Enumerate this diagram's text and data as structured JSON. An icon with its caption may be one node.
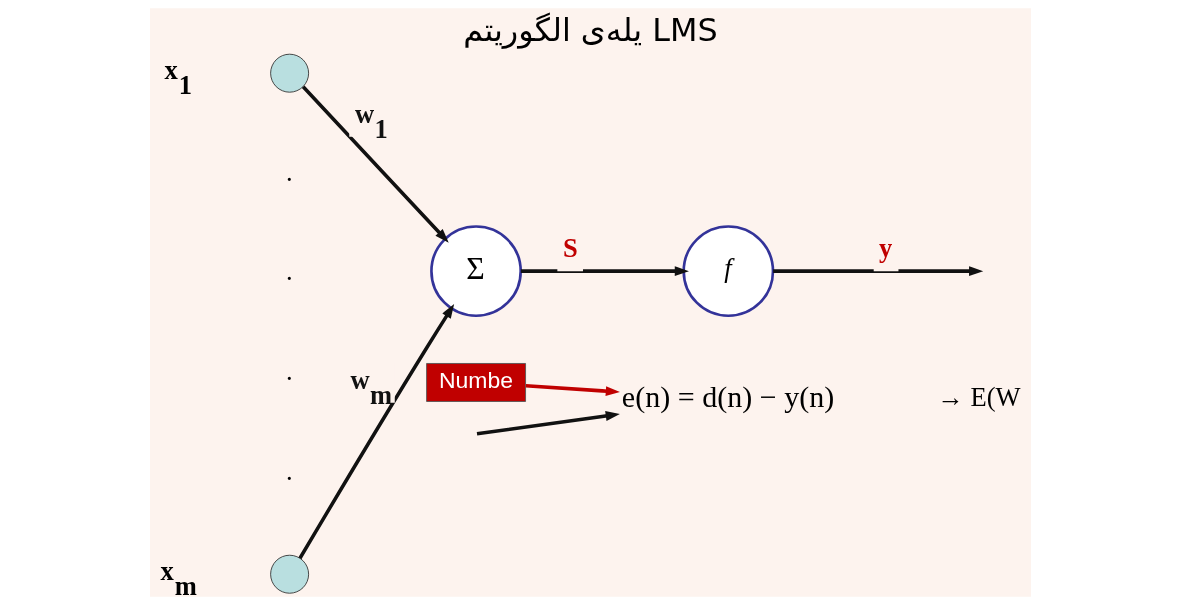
{
  "diagram": {
    "title": "یلەی الگوریتم LMS",
    "nodes": [
      {
        "text": [],
        "shape": "circle",
        "beside": [
          "x$_{1}$"
        ]
      },
      {
        "text": [],
        "shape": "circle",
        "beside": [
          "x$_{m}$"
        ]
      },
      {
        "text": [
          "Σ"
        ]
      },
      {
        "text": [
          "f"
        ]
      },
      {
        "text": [
          "Numbe"
        ]
      },
      {
        "text": [
          "e(n) = d(n) − y(n)"
        ]
      }
    ],
    "edges": [
      {
        "from": 0,
        "to": 2,
        "arrow": "to",
        "label": "w$_{1}$"
      },
      {
        "from": 1,
        "to": 2,
        "arrow": "to",
        "label": "w$_{m}$"
      },
      {
        "from": 2,
        "to": 3,
        "arrow": "to",
        "label": "S"
      },
      {
        "from": 3,
        "to": null,
        "arrow": "to",
        "label": "y"
      },
      {
        "from": 4,
        "to": 5,
        "arrow": "to",
        "color": "#c00000"
      },
      {
        "from": null,
        "to": 5,
        "arrow": "to"
      }
    ],
    "labels": [
      ".",
      ".",
      ".",
      ".",
      "→ E(W"
    ]
  }
}
